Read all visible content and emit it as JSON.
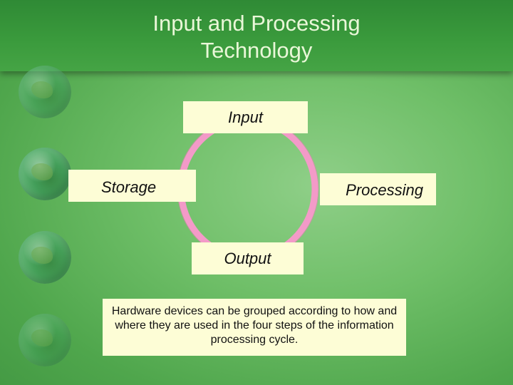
{
  "title": {
    "line1": "Input and Processing",
    "line2": "Technology"
  },
  "cycle": {
    "input": "Input",
    "processing": "Processing",
    "output": "Output",
    "storage": "Storage"
  },
  "caption": "Hardware devices can be grouped according to how and where they are used in the four steps of the information processing cycle.",
  "colors": {
    "background_green": "#6fbf68",
    "title_bar": "#3a9a3c",
    "title_text": "#e9f7d8",
    "box_fill": "#fdfdd6",
    "cycle_ring": "#f39ac8"
  }
}
